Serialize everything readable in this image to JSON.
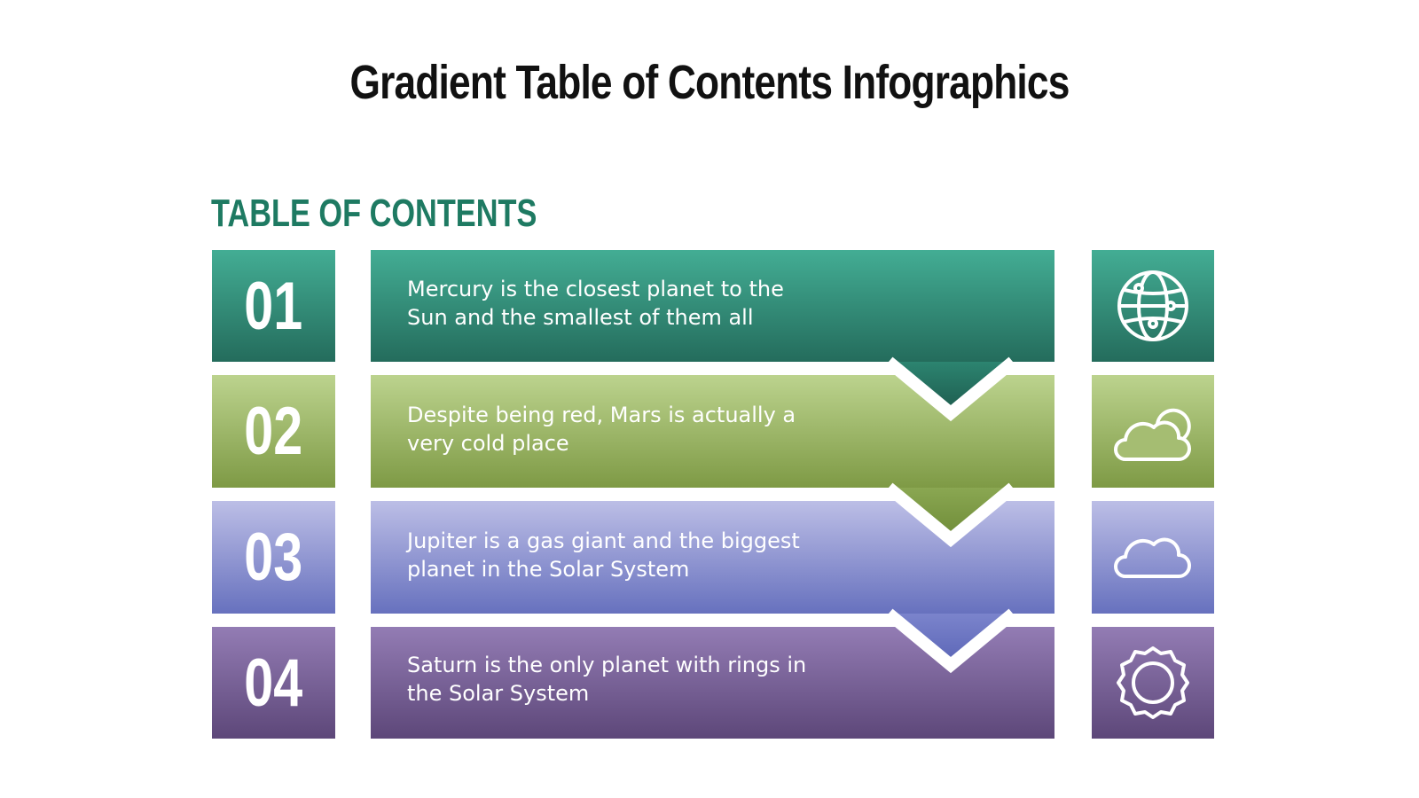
{
  "title": "Gradient Table of Contents Infographics",
  "subtitle": "TABLE OF CONTENTS",
  "items": [
    {
      "number": "01",
      "text": "Mercury is the closest planet to the Sun and the smallest of them all",
      "icon": "globe-icon",
      "color_top": "#43ad94",
      "color_bottom": "#246c5c"
    },
    {
      "number": "02",
      "text": "Despite being red, Mars is actually a very cold place",
      "icon": "cloud-sun-icon",
      "color_top": "#bcd38e",
      "color_bottom": "#7e9a45"
    },
    {
      "number": "03",
      "text": "Jupiter is a gas giant and the biggest planet in the Solar System",
      "icon": "cloud-icon",
      "color_top": "#bcbee6",
      "color_bottom": "#6771be"
    },
    {
      "number": "04",
      "text": "Saturn is the only planet with rings in the Solar System",
      "icon": "badge-icon",
      "color_top": "#937cb4",
      "color_bottom": "#5d4779"
    }
  ]
}
